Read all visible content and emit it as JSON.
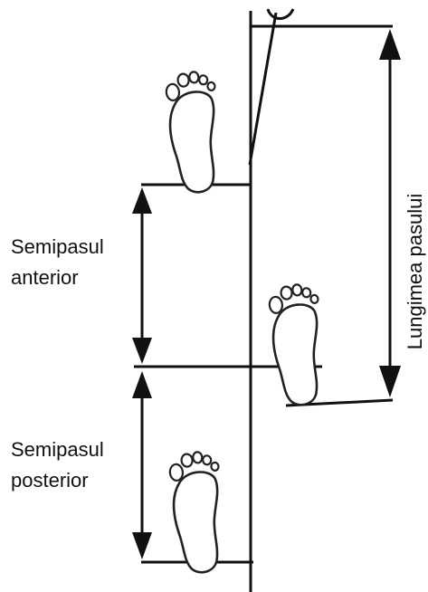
{
  "labels": {
    "anterior_line1": "Semipasul",
    "anterior_line2": "anterior",
    "posterior_line1": "Semipasul",
    "posterior_line2": "posterior",
    "step_length": "Lungimea pasului"
  },
  "colors": {
    "line": "#111111",
    "background": "#ffffff"
  },
  "icons": [
    "footprint-icon",
    "double-arrow-icon"
  ]
}
